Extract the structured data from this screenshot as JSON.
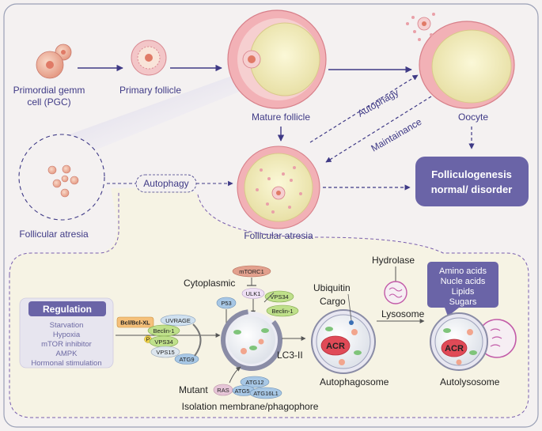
{
  "top": {
    "pgc_line1": "Primordial gemm",
    "pgc_line2": "cell (PGC)",
    "primary_follicle": "Primary follicle",
    "mature_follicle": "Mature follicle",
    "oocyte": "Oocyte",
    "autophagy_arrow": "Autophagy",
    "maintainance_arrow": "Maintainance",
    "follicular_atresia_left": "Follicular atresia",
    "follicular_atresia_center": "Follicular atresia",
    "autophagy_label": "Autophagy",
    "outcome_line1": "Folliculogenesis",
    "outcome_line2": "normal/ disorder"
  },
  "regulation": {
    "title": "Regulation",
    "items": [
      "Starvation",
      "Hypoxia",
      "mTOR inhibitor",
      "AMPK",
      "Hormonal stimulation"
    ]
  },
  "complex": {
    "bcl": "Bcl/Bcl-XL",
    "uvrage": "UVRAGE",
    "beclin1": "Beclin-1",
    "p": "P",
    "vps34": "VPS34",
    "vps15": "VPS15",
    "atg9": "ATG9"
  },
  "signaling": {
    "mtorc1": "mTORC1",
    "cytoplasmic": "Cytoplasmic",
    "ulk1": "ULK1",
    "vps34": "VPS34",
    "beclin1": "Beclin-1",
    "p53": "P53",
    "lc3": "LC3-II",
    "mutant": "Mutant",
    "ras": "RAS",
    "atg12": "ATG12",
    "atg5": "ATG5",
    "atg16l1": "ATG16L1",
    "isolation": "Isolation membrane/phagophore"
  },
  "autophagosome": {
    "ubiquitin": "Ubiquitin",
    "cargo": "Cargo",
    "acr": "ACR",
    "label": "Autophagosome"
  },
  "lysosome": {
    "hydrolase": "Hydrolase",
    "label": "Lysosome"
  },
  "products": [
    "Amino acids",
    "Nucle acids",
    "Lipids",
    "Sugars"
  ],
  "autolysosome": {
    "acr": "ACR",
    "label": "Autolysosome"
  },
  "colors": {
    "navy": "#3f3a86",
    "purple_box": "#6a64a7",
    "follicle_pink": "#e9a0a8",
    "yolk": "#f3efb8",
    "acr_red": "#e04a57"
  }
}
